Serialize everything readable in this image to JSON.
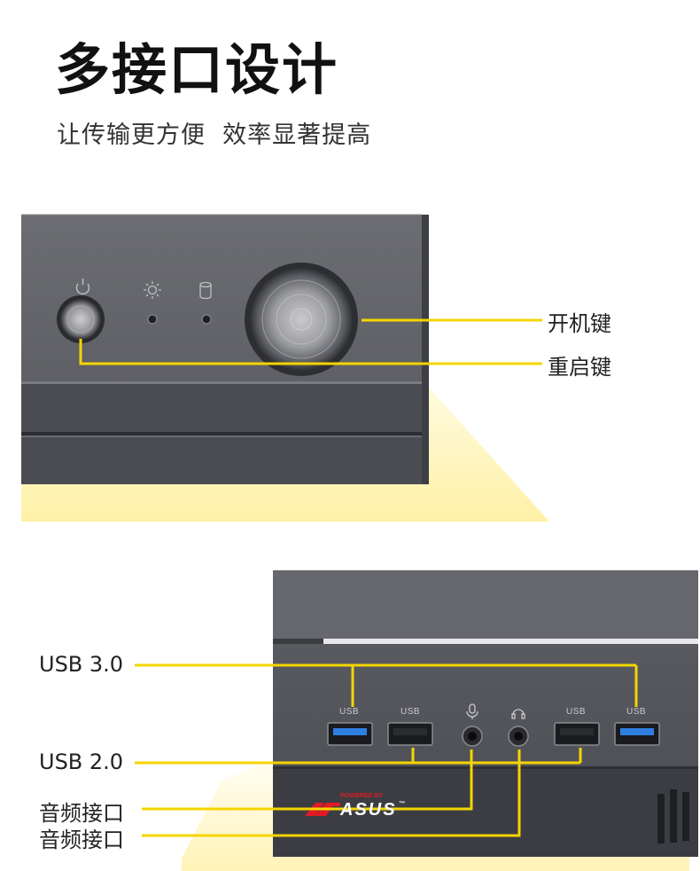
{
  "page": {
    "title": "多接口设计",
    "subtitle": "让传输更方便  效率显著提高"
  },
  "top_panel": {
    "callouts": {
      "power_key": "开机键",
      "restart_key": "重启键"
    }
  },
  "bottom_panel": {
    "port_labels": {
      "usb_3": "USB 3.0",
      "usb_2": "USB 2.0",
      "audio_1": "音频接口",
      "audio_2": "音频接口"
    },
    "port_markings": [
      "USB",
      "USB",
      "USB",
      "USB"
    ],
    "logo": {
      "tagline": "POWERED BY",
      "brand": "ASUS",
      "trademark": "™"
    }
  },
  "colors": {
    "accent_line": "#f5d500",
    "glow": "#fff3b0",
    "case_top": "#6a6b70",
    "case_front": "#505157",
    "usb3_blue": "#2f7fe0"
  }
}
